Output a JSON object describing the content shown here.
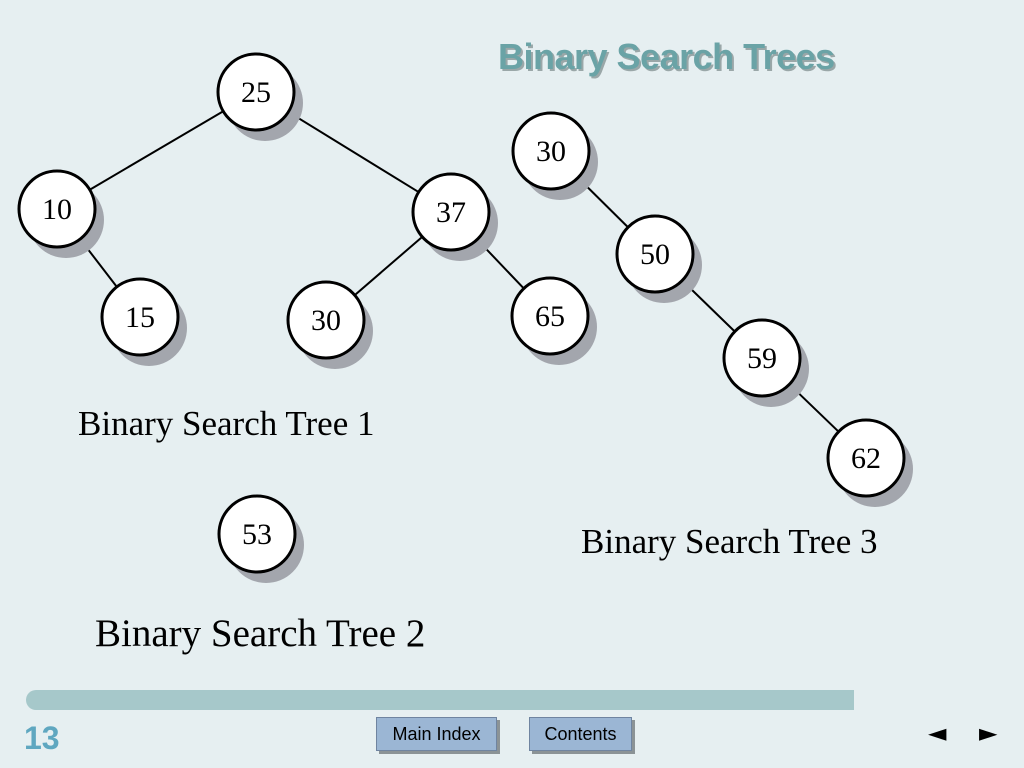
{
  "title": "Binary Search Trees",
  "trees": [
    {
      "caption": "Binary Search Tree 1",
      "nodes": [
        "25",
        "10",
        "37",
        "15",
        "30",
        "65"
      ],
      "edges": [
        [
          "25",
          "10"
        ],
        [
          "25",
          "37"
        ],
        [
          "10",
          "15"
        ],
        [
          "37",
          "30"
        ],
        [
          "37",
          "65"
        ]
      ]
    },
    {
      "caption": "Binary Search Tree 2",
      "nodes": [
        "53"
      ],
      "edges": []
    },
    {
      "caption": "Binary Search Tree 3",
      "nodes": [
        "30",
        "50",
        "59",
        "62"
      ],
      "edges": [
        [
          "30",
          "50"
        ],
        [
          "50",
          "59"
        ],
        [
          "59",
          "62"
        ]
      ]
    }
  ],
  "footer": {
    "page_number": "13",
    "main_index_label": "Main Index",
    "contents_label": "Contents",
    "prev_icon": "◄",
    "next_icon": "►"
  },
  "colors": {
    "background": "#e6eff1",
    "title": "#6aa3a6",
    "footer_bar": "#a6c8ca",
    "button": "#9bb6d4",
    "page_number": "#5fa7c0"
  }
}
